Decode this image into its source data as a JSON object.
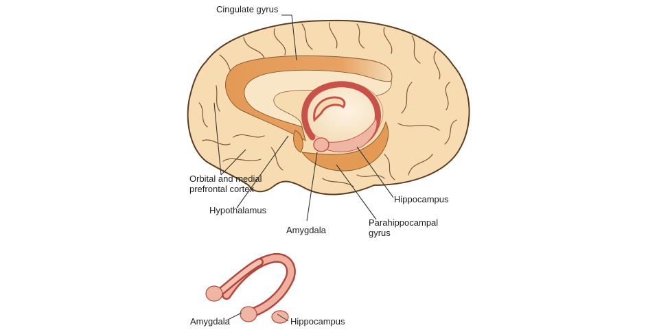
{
  "labels": {
    "cingulate_gyrus": "Cingulate gyrus",
    "orbital_prefrontal_line1": "Orbital and medial",
    "orbital_prefrontal_line2": "prefrontal cortex",
    "hypothalamus": "Hypothalamus",
    "amygdala": "Amygdala",
    "hippocampus": "Hippocampus",
    "parahippocampal_line1": "Parahippocampal",
    "parahippocampal_line2": "gyrus",
    "inset_amygdala": "Amygdala",
    "inset_hippocampus": "Hippocampus"
  }
}
